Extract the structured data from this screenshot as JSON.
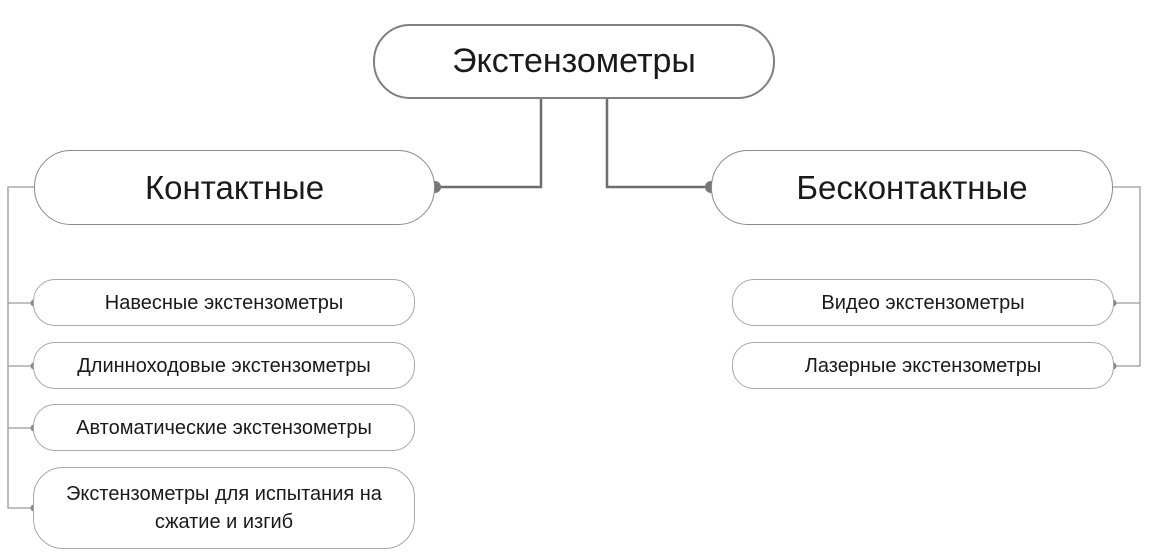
{
  "diagram": {
    "root": {
      "label": "Экстензометры"
    },
    "categories": [
      {
        "label": "Контактные",
        "items": [
          "Навесные экстензометры",
          "Длинноходовые экстензометры",
          "Автоматические экстензометры",
          "Экстензометры для испытания на сжатие и изгиб"
        ]
      },
      {
        "label": "Бесконтактные",
        "items": [
          "Видео экстензометры",
          "Лазерные экстензометры"
        ]
      }
    ]
  },
  "colors": {
    "root_border": "#808080",
    "category_border": "#8a8a8a",
    "leaf_border": "#a8a8a8",
    "connector": "#6e6e6e",
    "leaf_connector": "#9a9a9a",
    "dot": "#777777",
    "text": "#1a1a1a"
  }
}
